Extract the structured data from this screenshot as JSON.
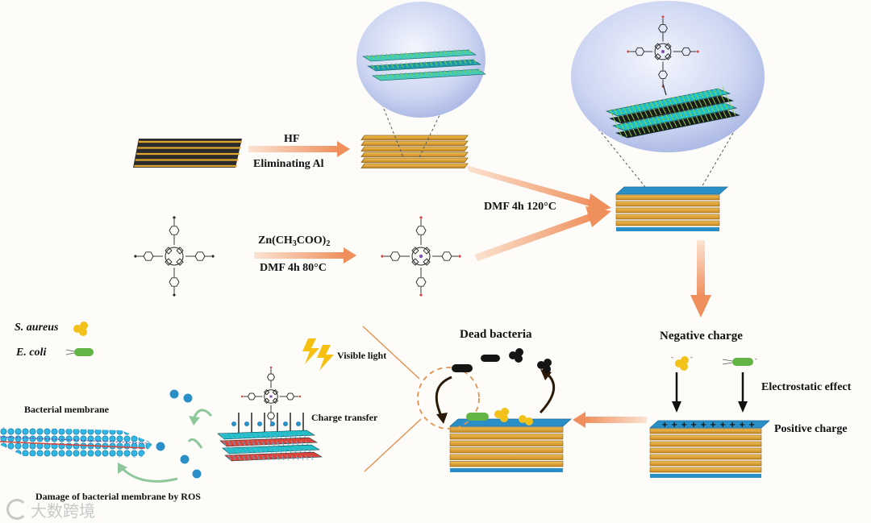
{
  "labels": {
    "hf": "HF",
    "eliminating_al": "Eliminating Al",
    "zn_reagent_main": "Zn(CH",
    "zn_reagent_sub1": "3",
    "zn_reagent_mid": "COO)",
    "zn_reagent_sub2": "2",
    "dmf_80": "DMF 4h 80°C",
    "dmf_120": "DMF  4h  120°C",
    "s_aureus": "S. aureus",
    "e_coli": "E. coli",
    "visible_light": "Visible light",
    "dead_bacteria": "Dead bacteria",
    "negative_charge": "Negative charge",
    "electrostatic_effect": "Electrostatic effect",
    "positive_charge": "Positive charge",
    "bacterial_membrane": "Bacterial membrane",
    "charge_transfer": "Charge transfer",
    "damage_membrane": "Damage of bacterial membrane by ROS"
  },
  "watermark": "大数跨境",
  "colors": {
    "gold": "#e0a52e",
    "gold_dark": "#8a5e12",
    "blue_top": "#2a8fc6",
    "cyan_layer": "#20c0c8",
    "arrow": "#f1a070",
    "arrow_dark": "#e58a55",
    "lightning": "#f6c012",
    "s_aureus": "#f2c21a",
    "e_coli": "#63b445",
    "black_bacteria": "#151515"
  },
  "icons": [
    "lightning-icon",
    "s-aureus-icon",
    "e-coli-icon",
    "porphyrin-molecule-icon",
    "ros-bubble-icon"
  ]
}
